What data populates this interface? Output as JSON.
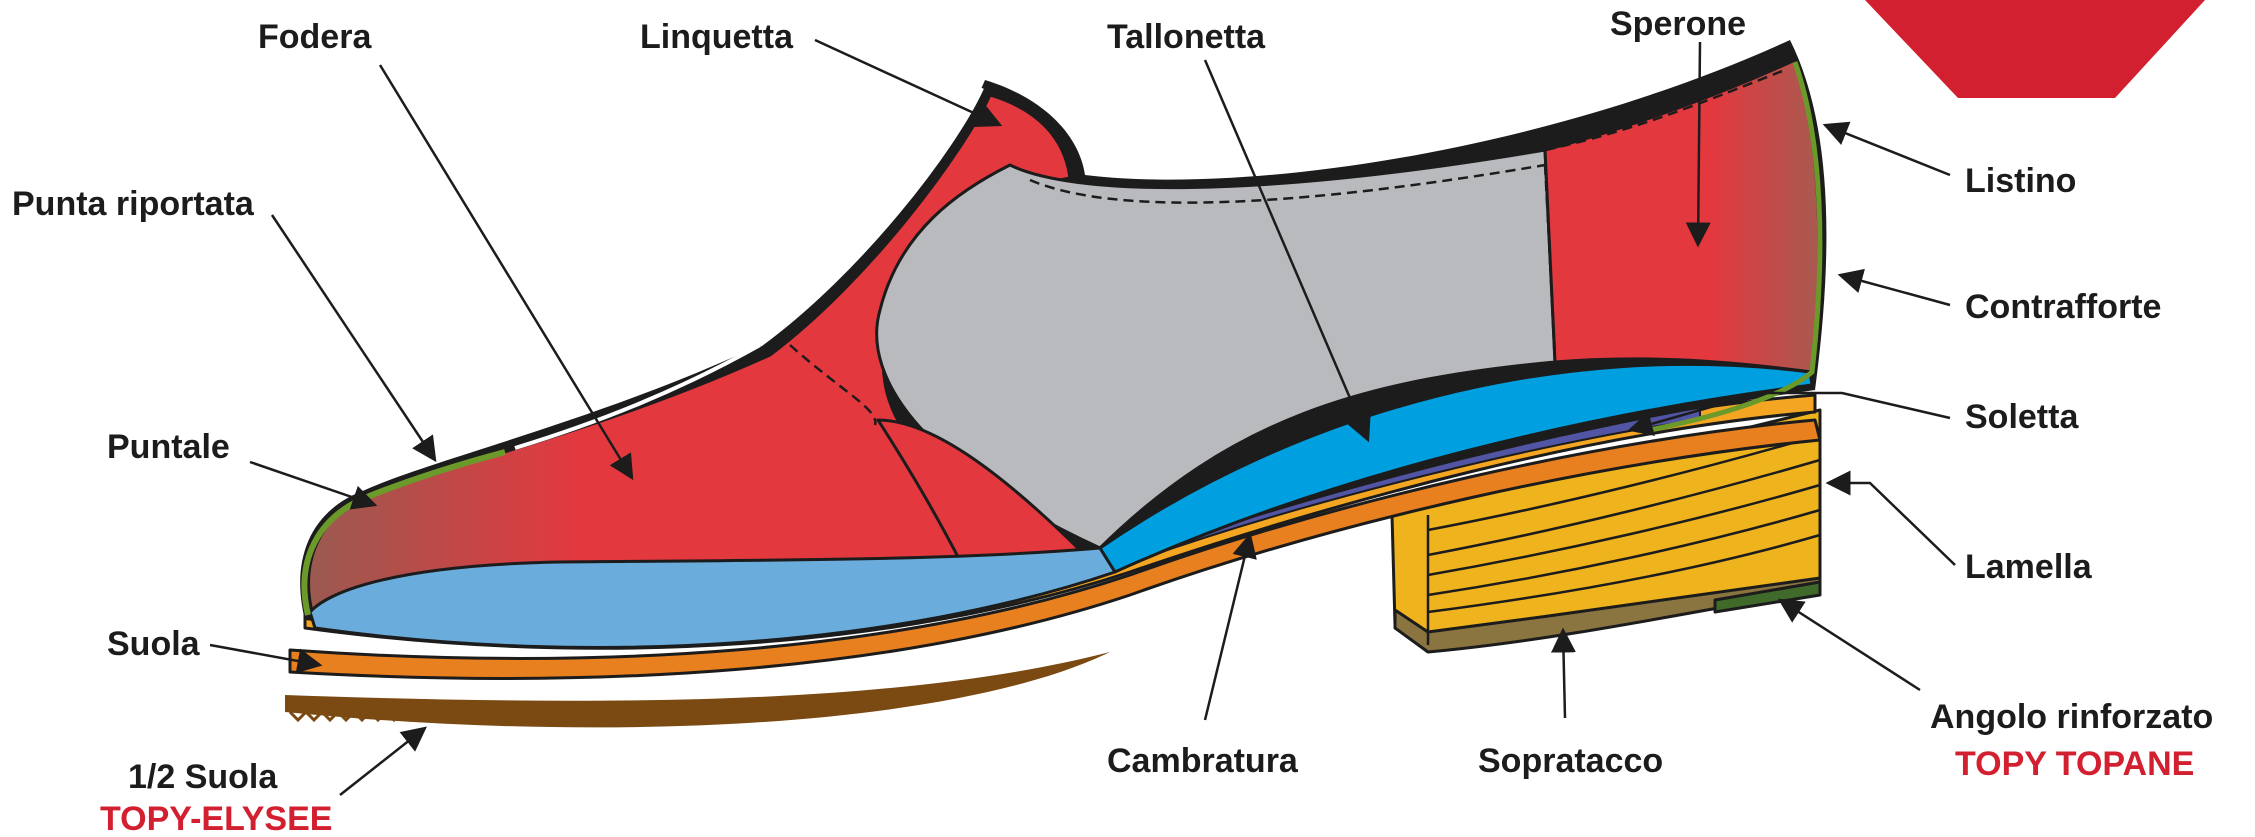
{
  "labels": {
    "fodera": "Fodera",
    "linquetta": "Linquetta",
    "tallonetta": "Tallonetta",
    "sperone": "Sperone",
    "punta_riportata": "Punta riportata",
    "listino": "Listino",
    "contrafforte": "Contrafforte",
    "soletta": "Soletta",
    "puntale": "Puntale",
    "lamella": "Lamella",
    "suola": "Suola",
    "angolo_rinforzato": "Angolo rinforzato",
    "topy_topane": "TOPY TOPANE",
    "half_suola": "1/2 Suola",
    "topy_elysee": "TOPY-ELYSEE",
    "cambratura": "Cambratura",
    "sopratacco": "Sopratacco"
  },
  "colors": {
    "upper_red": "#e4383f",
    "lining_grey": "#b9babd",
    "insole_blue": "#009fdf",
    "sock_blue": "#6aacdc",
    "sole_orange": "#e8801f",
    "welt_yellow": "#f4a623",
    "heel_yellow": "#eeb31d",
    "heel_top_brown": "#8a7440",
    "half_sole_brown": "#7a4a12",
    "shank_purple": "#5255a3",
    "toe_green": "#6b9a2b",
    "corner_green": "#3f6a2a",
    "brand_red": "#d32030",
    "outline": "#1c1c1c"
  }
}
